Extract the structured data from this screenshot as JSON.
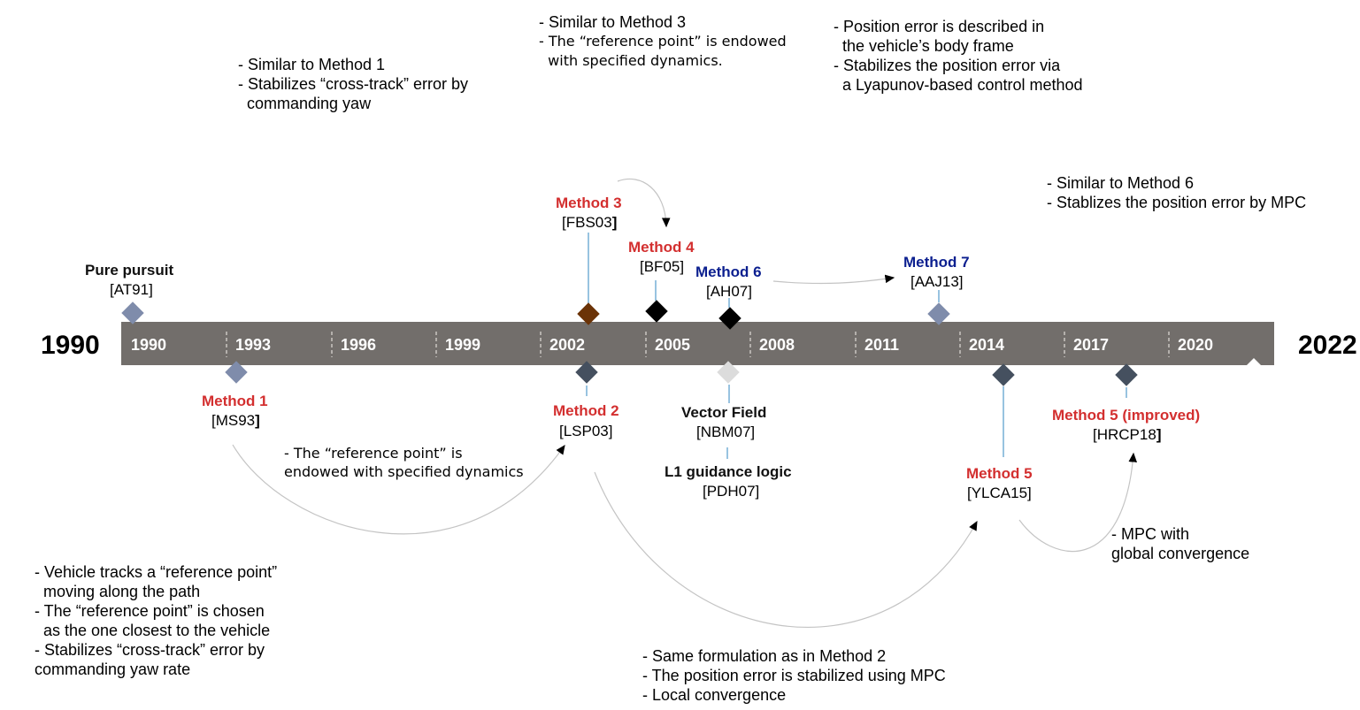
{
  "start_year": "1990",
  "end_year": "2022",
  "axis_years": [
    "1990",
    "1993",
    "1996",
    "1999",
    "2002",
    "2005",
    "2008",
    "2011",
    "2014",
    "2017",
    "2020"
  ],
  "colors": {
    "bar": "#726e6b",
    "steel_blue": "#7f8cab",
    "slate": "#45505f",
    "brown": "#6b3307",
    "black": "#000000",
    "light_gray": "#dcdcdc",
    "connector": "#7fb4d9",
    "red_label": "#d32f2f",
    "navy_label": "#0b1f8f"
  },
  "methods": {
    "pure_pursuit": {
      "name": "Pure pursuit",
      "ref": "[AT91]"
    },
    "method1": {
      "name": "Method 1",
      "ref": "[MS93",
      "ref_end": "]"
    },
    "method2": {
      "name": "Method 2",
      "ref": "[LSP03]"
    },
    "method3": {
      "name": "Method 3",
      "ref": "[FBS03",
      "ref_end": "]"
    },
    "method4": {
      "name": "Method 4",
      "ref": "[BF05]"
    },
    "method6": {
      "name": "Method 6",
      "ref": "[AH07]"
    },
    "method7": {
      "name": "Method 7",
      "ref": "[AAJ13]"
    },
    "vector_field": {
      "name": "Vector Field",
      "ref": "[NBM07]"
    },
    "l1_guidance": {
      "name": "L1 guidance logic",
      "ref": "[PDH07]"
    },
    "method5": {
      "name": "Method 5",
      "ref": "[YLCA15]"
    },
    "method5_improved": {
      "name": "Method 5 (improved)",
      "ref": "[HRCP18",
      "ref_end": "]"
    }
  },
  "notes": {
    "method1_desc": [
      "- Vehicle tracks a “reference point”",
      "  moving along the path",
      "- The “reference point” is chosen",
      "  as the one closest to the vehicle",
      "- Stabilizes “cross-track” error by",
      "commanding yaw rate"
    ],
    "similar_method1": [
      "- Similar to Method 1",
      "- Stabilizes “cross-track” error by",
      "  commanding yaw"
    ],
    "similar_method3": [
      "- Similar to Method 3",
      "- The “reference point” is endowed",
      "  with specified dynamics."
    ],
    "method6_desc": [
      "- Position error is described in",
      "  the vehicle’s body frame",
      "- Stabilizes the position error via",
      "  a Lyapunov-based control method"
    ],
    "method7_desc": [
      "- Similar to Method 6",
      "- Stablizes the position error by MPC"
    ],
    "m1_to_m2": [
      "- The “reference point” is",
      "endowed with specified dynamics"
    ],
    "m2_to_m5": [
      "- Same formulation as in Method 2",
      "- The position error is stabilized using MPC",
      "- Local convergence"
    ],
    "m5_to_m5i": [
      "- MPC with",
      "global convergence"
    ]
  }
}
